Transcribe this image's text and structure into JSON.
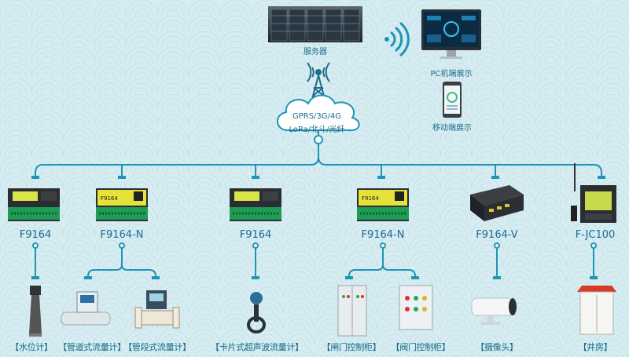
{
  "top": {
    "server_label": "服务器",
    "pc_label": "PC机端展示",
    "mobile_label": "移动端展示",
    "cloud_line1": "GPRS/3G/4G",
    "cloud_line2": "LoRa/北斗/光纤"
  },
  "devices": [
    {
      "model": "F9164"
    },
    {
      "model": "F9164-N"
    },
    {
      "model": "F9164"
    },
    {
      "model": "F9164-N"
    },
    {
      "model": "F9164-V"
    },
    {
      "model": "F-JC100"
    }
  ],
  "sensors": [
    {
      "label": "【水位计】"
    },
    {
      "label": "【管道式流量计】"
    },
    {
      "label": "【管段式流量计】"
    },
    {
      "label": "【卡片式超声波流量计】"
    },
    {
      "label": "【闸门控制柜】"
    },
    {
      "label": "【阀门控制柜】"
    },
    {
      "label": "【摄像头】"
    },
    {
      "label": "【井房】"
    }
  ],
  "device_screen_text": "F9164",
  "colors": {
    "line": "#1f95b5",
    "accent": "#2a7fa8",
    "cloud": "#ffffff"
  }
}
